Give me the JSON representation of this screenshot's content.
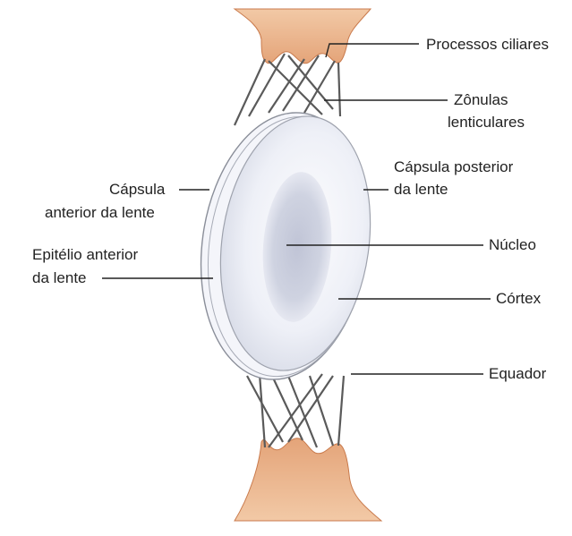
{
  "labels": {
    "processos_ciliares": "Processos ciliares",
    "zonulas_line1": "Zônulas",
    "zonulas_line2": "lenticulares",
    "capsula_anterior_line1": "Cápsula",
    "capsula_anterior_line2": "anterior da lente",
    "capsula_posterior_line1": "Cápsula posterior",
    "capsula_posterior_line2": "da lente",
    "epitelio_line1": "Epitélio anterior",
    "epitelio_line2": "da lente",
    "nucleo": "Núcleo",
    "cortex": "Córtex",
    "equador": "Equador"
  },
  "colors": {
    "ciliary_tissue": "#eab289",
    "ciliary_edge": "#c97a4c",
    "lens_body": "#e9ecf5",
    "lens_nucleus": "#c4c9da",
    "capsule_stroke": "#8a8e99",
    "fiber": "#5a5a5a",
    "leader_line": "#222222"
  }
}
